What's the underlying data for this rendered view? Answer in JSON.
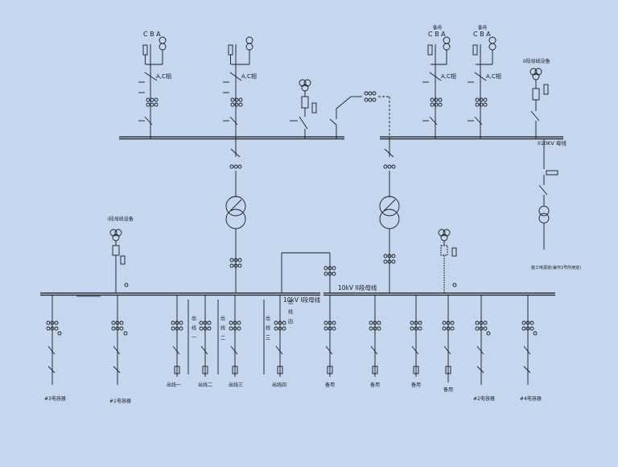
{
  "labels": {
    "cba_1": "C B A",
    "cba_2": "C B A",
    "cba_3": "C B A",
    "ac_phase_1": "A,C相",
    "ac_phase_2": "A,C相",
    "ac_phase_3": "A,C相",
    "ac_phase_4": "A,C相",
    "spare_top_1": "备用",
    "spare_top_2": "备用",
    "pt_ii_top": "II段母线设备",
    "bus_10kv_top": "II10KV 母线",
    "construction_power": "施工电源变(兼作2号所用变)",
    "pt_i": "I段母线设备",
    "bus_10kv_i": "10kV I段母线",
    "bus_10kv_ii": "10kV II段母线",
    "capacitor_3": "#3电容器",
    "capacitor_1": "#1电容器",
    "capacitor_2": "#2电容器",
    "capacitor_4": "#4电容器",
    "outgoing_1": "出线一",
    "outgoing_2": "出线二",
    "outgoing_3": "出线三",
    "outgoing_4": "出线四",
    "spare_bottom_1": "备用",
    "spare_bottom_2": "备用",
    "spare_bottom_3": "备用",
    "spare_bottom_4": "备用",
    "outgoing_vertical_1": "出线一",
    "outgoing_vertical_2": "出线二",
    "outgoing_vertical_3": "出线三",
    "outgoing_vertical_4": "出线四"
  },
  "colors": {
    "background": "#c5d7ef",
    "line": "#1a1a1a"
  }
}
